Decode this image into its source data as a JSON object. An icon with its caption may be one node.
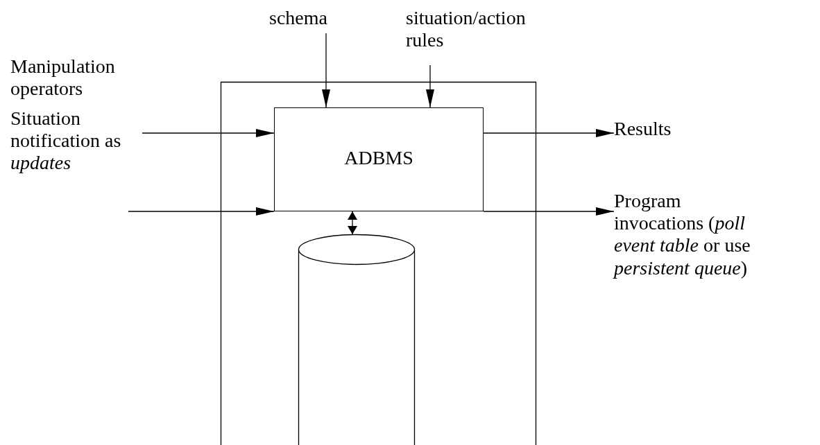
{
  "diagram": {
    "nodes": [
      {
        "text": [],
        "shape": "box"
      },
      {
        "text": [
          "ADBMS"
        ],
        "in": 0
      },
      {
        "text": [],
        "shape": "cylinder",
        "in": 0
      },
      {
        "text": [
          "schema"
        ]
      },
      {
        "text": [
          "situation/action rules"
        ]
      },
      {
        "text": [
          "Manipulation operators"
        ]
      },
      {
        "text": [
          "Situation notification as *updates*"
        ]
      },
      {
        "text": [
          "Results"
        ]
      },
      {
        "text": [
          "Program invocations (*poll event table* or use *persistent queue*)"
        ]
      }
    ],
    "edges": [
      {
        "from": 3,
        "to": 1,
        "arrow": "to"
      },
      {
        "from": 4,
        "to": 1,
        "arrow": "to"
      },
      {
        "from": null,
        "to": 1,
        "arrow": "to"
      },
      {
        "from": 6,
        "to": 1,
        "arrow": "to"
      },
      {
        "from": 1,
        "to": 7,
        "arrow": "to"
      },
      {
        "from": 1,
        "to": 8,
        "arrow": "to"
      },
      {
        "from": 1,
        "to": 2,
        "arrow": "both"
      }
    ]
  }
}
